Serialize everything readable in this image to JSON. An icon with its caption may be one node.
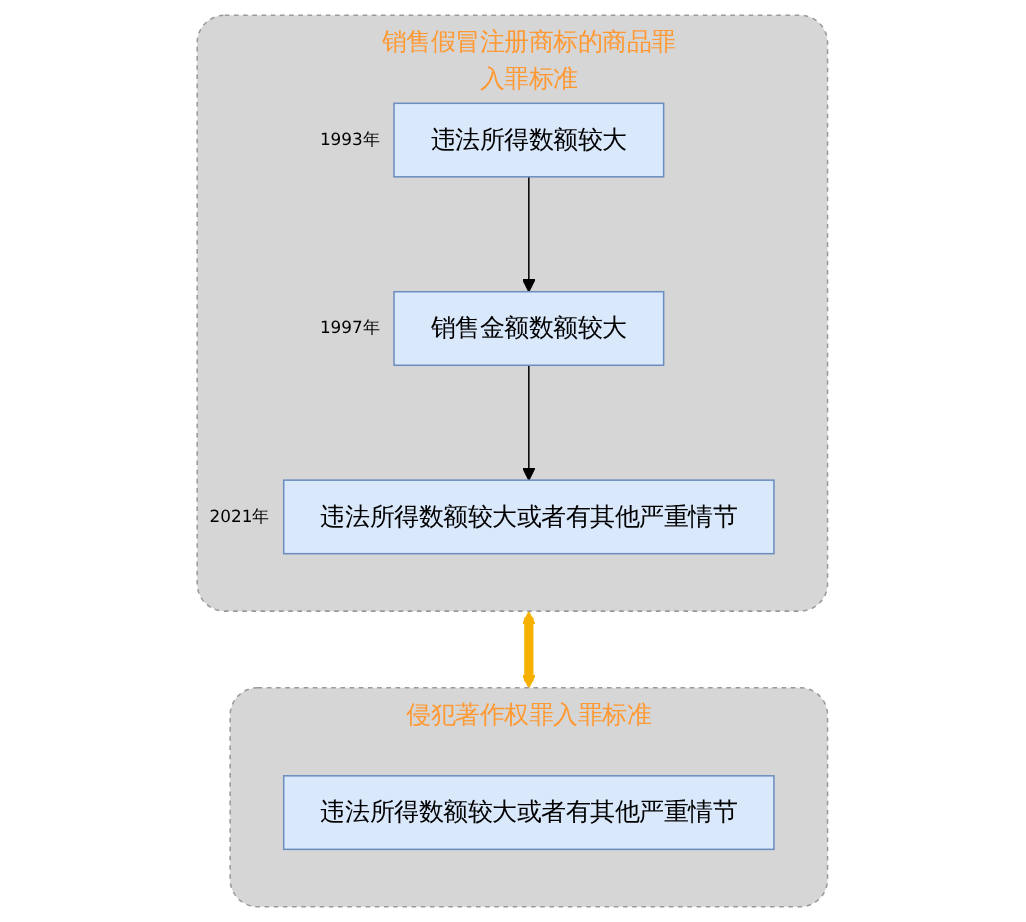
{
  "diagram": {
    "nodes": [
      {
        "text": [
          "销售假冒注册商标的商品罪入罪标准"
        ]
      },
      {
        "text": [
          "违法所得数额较大"
        ],
        "in": 0,
        "beside": [
          "1993年"
        ]
      },
      {
        "text": [
          "销售金额数额较大"
        ],
        "in": 0,
        "beside": [
          "1997年"
        ]
      },
      {
        "text": [
          "违法所得数额较大或者有其他严重情节"
        ],
        "in": 0,
        "beside": [
          "2021年"
        ]
      },
      {
        "text": [
          "侵犯著作权罪入罪标准"
        ]
      },
      {
        "text": [
          "违法所得数额较大或者有其他严重情节"
        ],
        "in": 4
      }
    ],
    "edges": [
      {
        "from": 1,
        "to": 2,
        "arrow": "to"
      },
      {
        "from": 2,
        "to": 3,
        "arrow": "to"
      },
      {
        "from": 0,
        "to": 4,
        "arrow": "both",
        "style": "thick",
        "color": "#f5b000"
      }
    ]
  }
}
